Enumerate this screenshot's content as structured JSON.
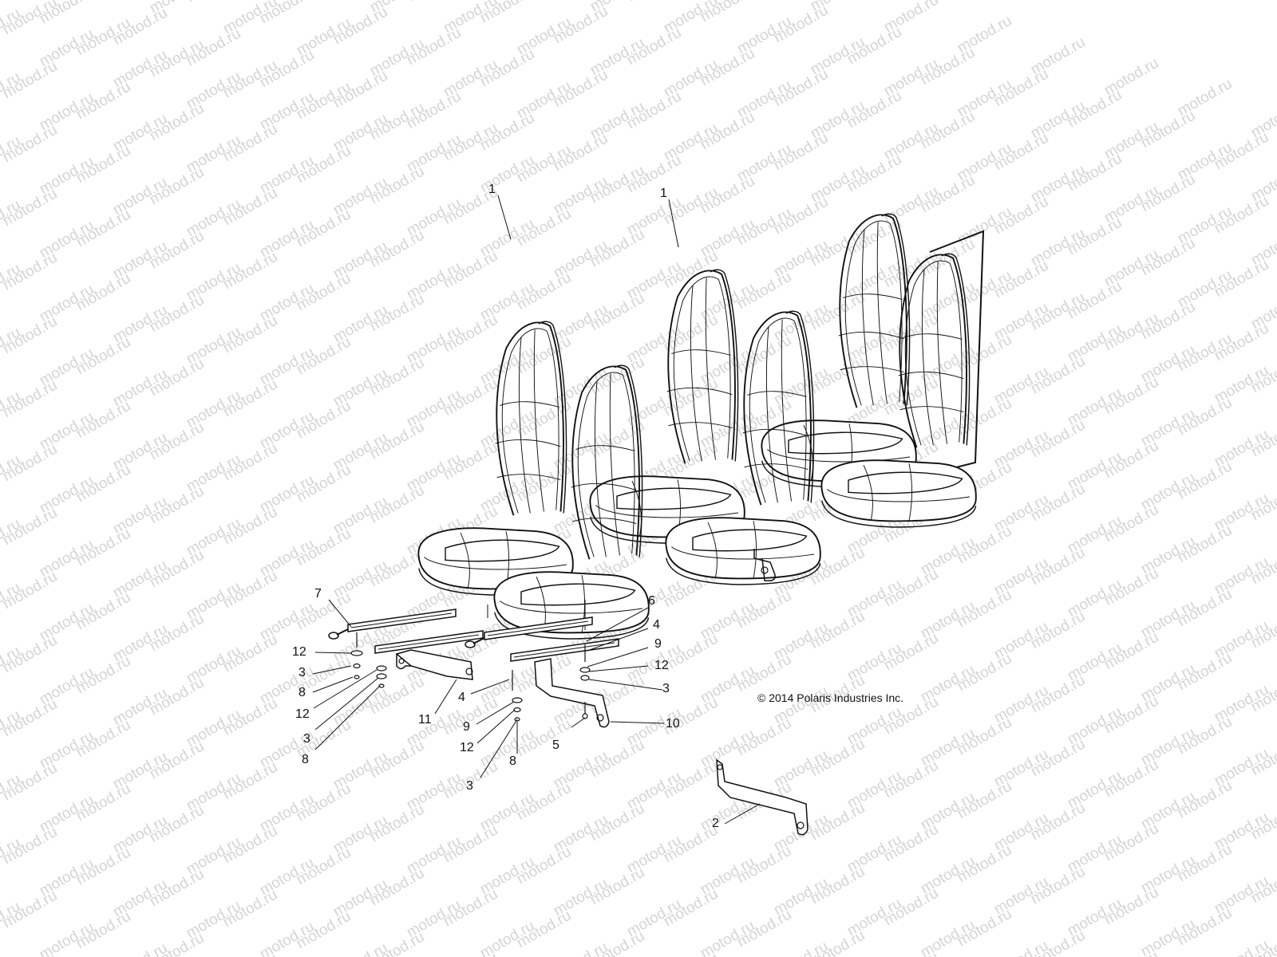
{
  "watermark_text": "motod.ru",
  "copyright": "© 2014 Polaris Industries Inc.",
  "callouts": [
    "1",
    "1",
    "2",
    "3",
    "3",
    "3",
    "3",
    "4",
    "4",
    "5",
    "6",
    "7",
    "8",
    "8",
    "8",
    "9",
    "9",
    "10",
    "11",
    "12",
    "12",
    "12",
    "12"
  ],
  "colors": {
    "line": "#111111",
    "watermark": "#d4d4d4",
    "background": "#ffffff"
  }
}
